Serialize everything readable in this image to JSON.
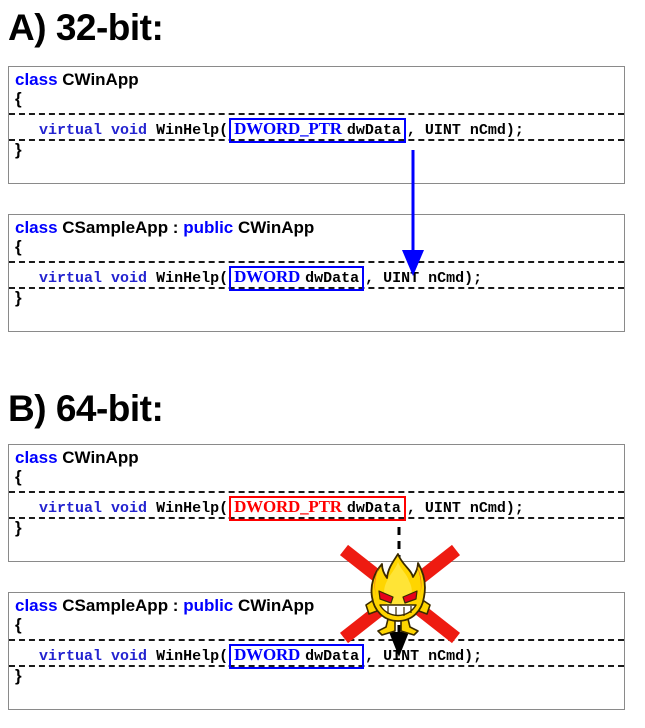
{
  "headings": {
    "a": "A) 32-bit:",
    "b": "B) 64-bit:"
  },
  "colors": {
    "keyword_blue": "#0000ff",
    "highlight_blue": "#0000ff",
    "highlight_red": "#ff0000",
    "box_border": "#8a8a8a",
    "text_black": "#000000"
  },
  "sections": [
    {
      "id": "a",
      "label": "A) 32-bit:",
      "boxes": [
        {
          "id": "a-base",
          "class_keyword": "class",
          "class_name": "CWinApp",
          "inherit_keyword": "",
          "base_name": "",
          "open_brace": "{",
          "close_brace": "}",
          "member": {
            "kw_virtual": "virtual",
            "kw_void": "void",
            "func_open": "WinHelp(",
            "param_type": "DWORD_PTR",
            "param_name": "dwData",
            "rest": ", UINT nCmd);",
            "highlight_color": "blue"
          }
        },
        {
          "id": "a-derived",
          "class_keyword": "class",
          "class_name": "CSampleApp : ",
          "inherit_keyword": "public",
          "base_name": " CWinApp",
          "open_brace": "{",
          "close_brace": "}",
          "member": {
            "kw_virtual": "virtual",
            "kw_void": "void",
            "func_open": "WinHelp(",
            "param_type": "DWORD",
            "param_name": "dwData",
            "rest": ", UINT nCmd);",
            "highlight_color": "blue"
          }
        }
      ],
      "arrow": {
        "style": "solid",
        "color": "#0000ff",
        "name": "override-link-arrow"
      }
    },
    {
      "id": "b",
      "label": "B) 64-bit:",
      "boxes": [
        {
          "id": "b-base",
          "class_keyword": "class",
          "class_name": "CWinApp",
          "inherit_keyword": "",
          "base_name": "",
          "open_brace": "{",
          "close_brace": "}",
          "member": {
            "kw_virtual": "virtual",
            "kw_void": "void",
            "func_open": "WinHelp(",
            "param_type": "DWORD_PTR",
            "param_name": "dwData",
            "rest": ", UINT nCmd);",
            "highlight_color": "red"
          }
        },
        {
          "id": "b-derived",
          "class_keyword": "class",
          "class_name": "CSampleApp : ",
          "inherit_keyword": "public",
          "base_name": " CWinApp",
          "open_brace": "{",
          "close_brace": "}",
          "member": {
            "kw_virtual": "virtual",
            "kw_void": "void",
            "func_open": "WinHelp(",
            "param_type": "DWORD",
            "param_name": "dwData",
            "rest": ", UINT nCmd);",
            "highlight_color": "blue"
          }
        }
      ],
      "arrow": {
        "style": "dashed",
        "color": "#000000",
        "name": "broken-override-link-arrow"
      },
      "error_marker": {
        "icon": "flame-character-icon",
        "cross": "red-x-cross-icon",
        "cross_color": "#ee1b11",
        "flame_body_color": "#ffd500",
        "flame_outline_color": "#f26522"
      }
    }
  ]
}
